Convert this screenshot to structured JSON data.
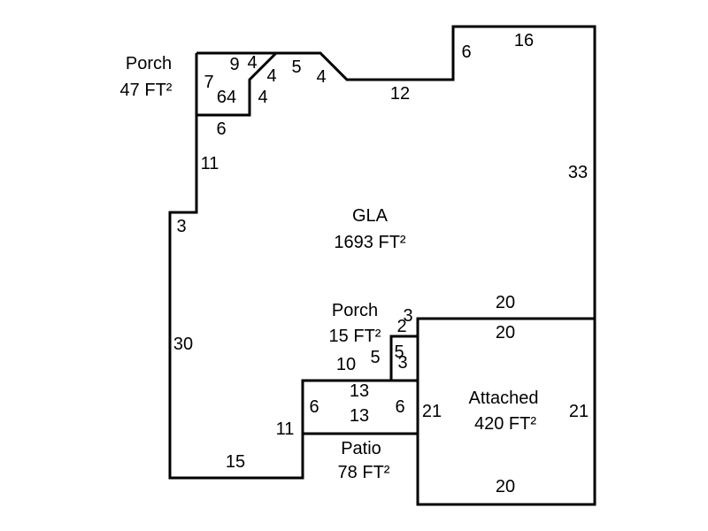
{
  "areas": {
    "porch_top": {
      "name": "Porch",
      "area": "47 FT²"
    },
    "gla": {
      "name": "GLA",
      "area": "1693 FT²"
    },
    "porch_mid": {
      "name": "Porch",
      "area": "15 FT²"
    },
    "attached": {
      "name": "Attached",
      "area": "420 FT²"
    },
    "patio": {
      "name": "Patio",
      "area": "78 FT²"
    }
  },
  "dimensions": {
    "porch_top": [
      "9",
      "4",
      "7",
      "64",
      "4",
      "4",
      "6"
    ],
    "gla": [
      "5",
      "4",
      "12",
      "6",
      "16",
      "11",
      "33",
      "3",
      "30",
      "15",
      "11",
      "10",
      "5",
      "2",
      "3",
      "20"
    ],
    "porch_mid": [
      "3",
      "5"
    ],
    "attached": [
      "20",
      "21",
      "21",
      "20"
    ],
    "patio": [
      "13",
      "13",
      "6",
      "6"
    ]
  }
}
